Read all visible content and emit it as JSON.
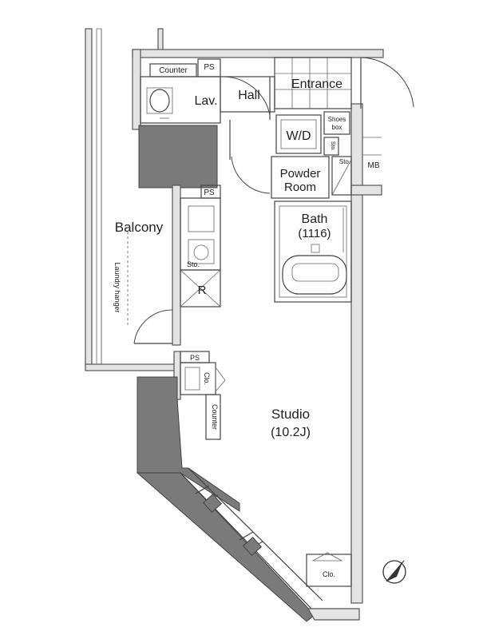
{
  "rooms": {
    "counter_top": "Counter",
    "ps_top": "PS",
    "lav": "Lav.",
    "hall": "Hall",
    "entrance": "Entrance",
    "wd": "W/D",
    "shoes_line1": "Shoes",
    "shoes_line2": "box",
    "sto_small": "Sto.",
    "sto_right": "Sto.",
    "mb": "MB",
    "powder_line1": "Powder",
    "powder_line2": "Room",
    "ps_mid": "PS",
    "bath_line1": "Bath",
    "bath_line2": "(1116)",
    "balcony": "Balcony",
    "laundry": "Laundry hanger",
    "sto_kitchen": "Sto.",
    "fridge": "R",
    "ps_low": "PS",
    "clo_left": "Clo.",
    "counter_side": "Counter",
    "studio_line1": "Studio",
    "studio_line2": "(10.2J)",
    "clo_bottom": "Clo."
  }
}
